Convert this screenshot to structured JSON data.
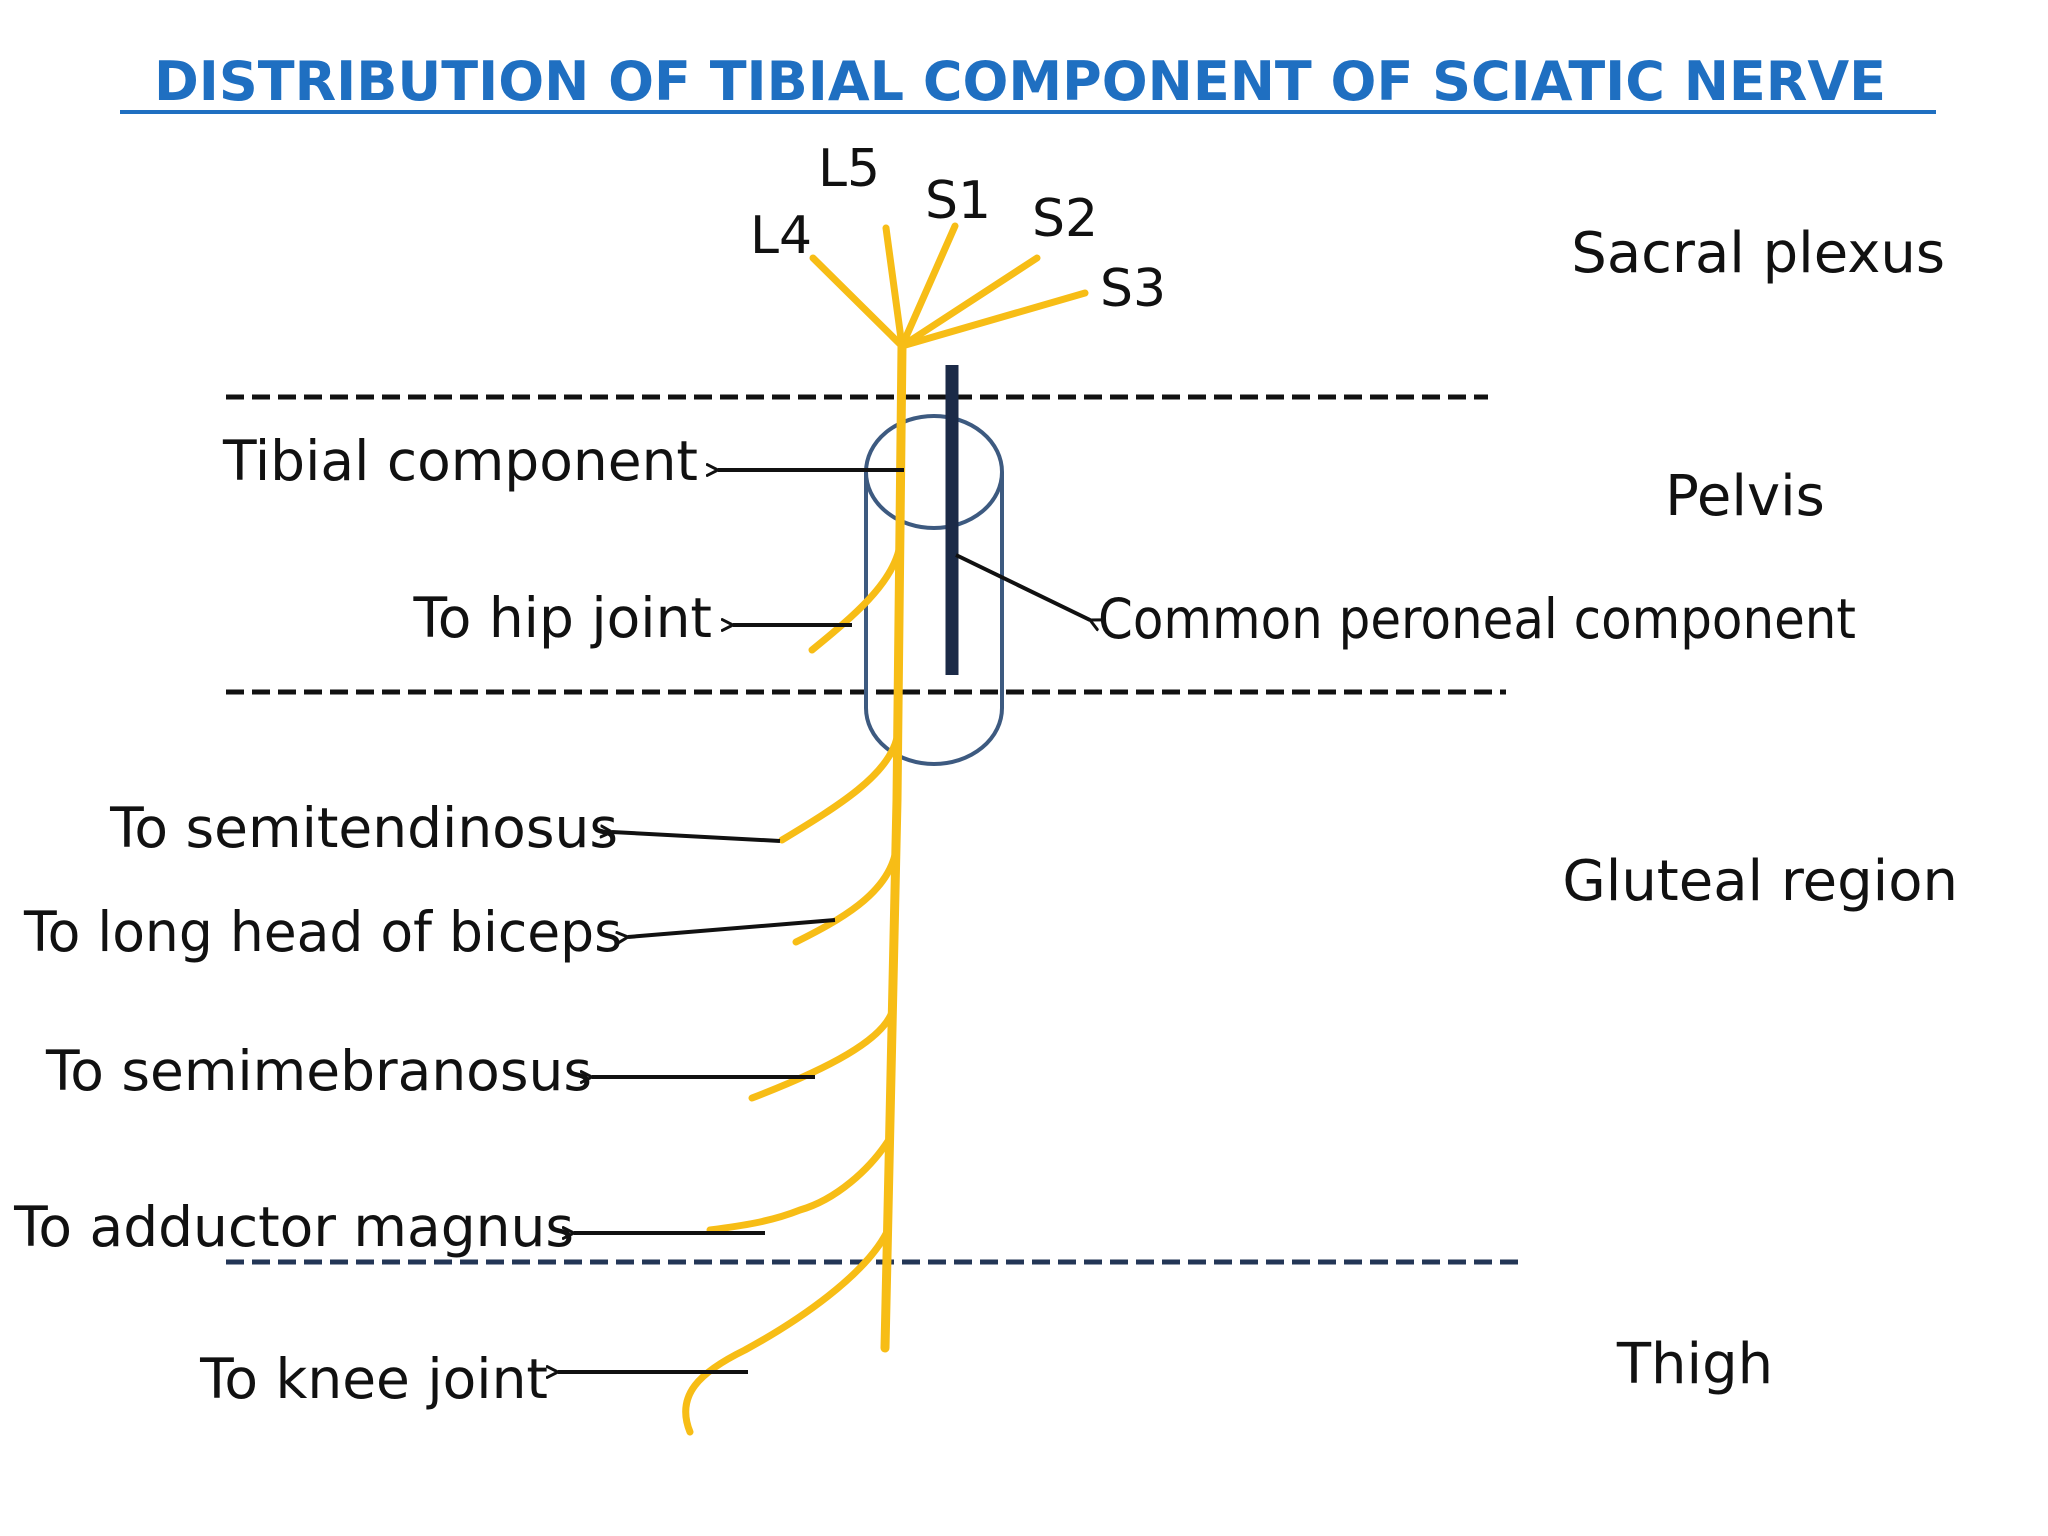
{
  "title": "DISTRIBUTION OF TIBIAL COMPONENT OF SCIATIC NERVE",
  "colors": {
    "title": "#1f6fc1",
    "nerve": "#f7bd16",
    "sheath": "#3d5a80",
    "peroneal": "#1b2a47",
    "divider": "#111111",
    "divider_lower": "#233656",
    "text": "#111111"
  },
  "roots": [
    "L4",
    "L5",
    "S1",
    "S2",
    "S3"
  ],
  "regions": {
    "sacral_plexus": "Sacral plexus",
    "pelvis": "Pelvis",
    "gluteal": "Gluteal region",
    "thigh": "Thigh"
  },
  "components": {
    "tibial": "Tibial component",
    "common_peroneal": "Common peroneal component"
  },
  "branches": {
    "hip_joint": "To hip joint",
    "semitendinosus": "To semitendinosus",
    "long_head_biceps": "To long head of biceps",
    "semimembranosus": "To semimebranosus",
    "adductor_magnus": "To adductor magnus",
    "knee_joint": "To knee joint"
  }
}
